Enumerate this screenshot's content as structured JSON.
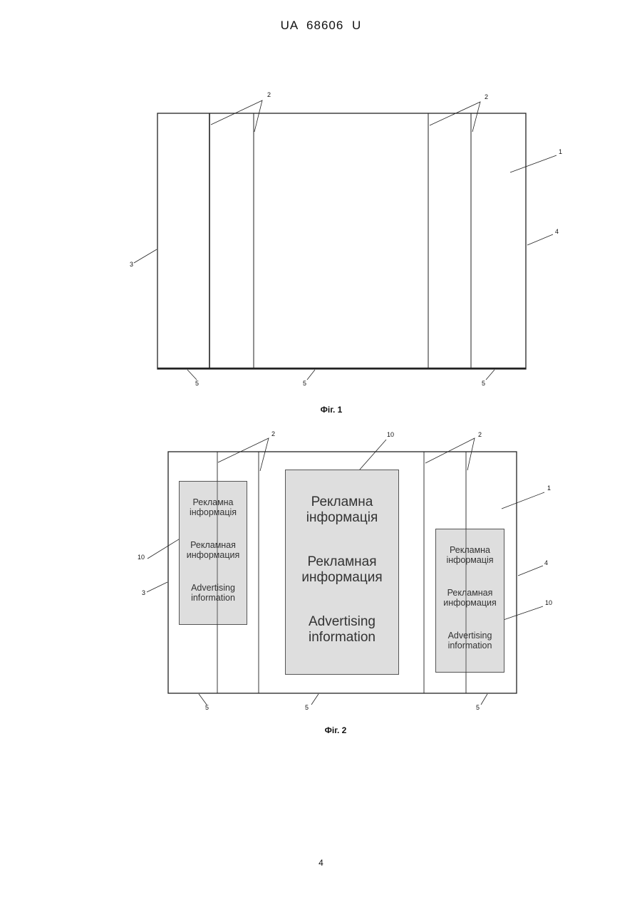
{
  "header": {
    "doc_number": "UA   68606   U"
  },
  "figure1": {
    "caption": "Фіг. 1",
    "labels": {
      "bands": "2",
      "sheet": "1",
      "left_edge": "3",
      "right_edge": "4",
      "bottom_edge": "5"
    }
  },
  "figure2": {
    "caption": "Фіг. 2",
    "labels": {
      "bands": "2",
      "sheet": "1",
      "left_edge": "3",
      "right_edge": "4",
      "bottom_edge": "5",
      "ad_block": "10"
    },
    "ad_blocks": [
      {
        "ukrainian": [
          "Рекламна",
          "інформація"
        ],
        "russian": [
          "Рекламная",
          "информация"
        ],
        "english": [
          "Advertising",
          "information"
        ]
      },
      {
        "ukrainian": [
          "Рекламна",
          "інформація"
        ],
        "russian": [
          "Рекламная",
          "информация"
        ],
        "english": [
          "Advertising",
          "information"
        ]
      },
      {
        "ukrainian": [
          "Рекламна",
          "інформація"
        ],
        "russian": [
          "Рекламная",
          "информация"
        ],
        "english": [
          "Advertising",
          "information"
        ]
      }
    ]
  },
  "page_number": "4"
}
